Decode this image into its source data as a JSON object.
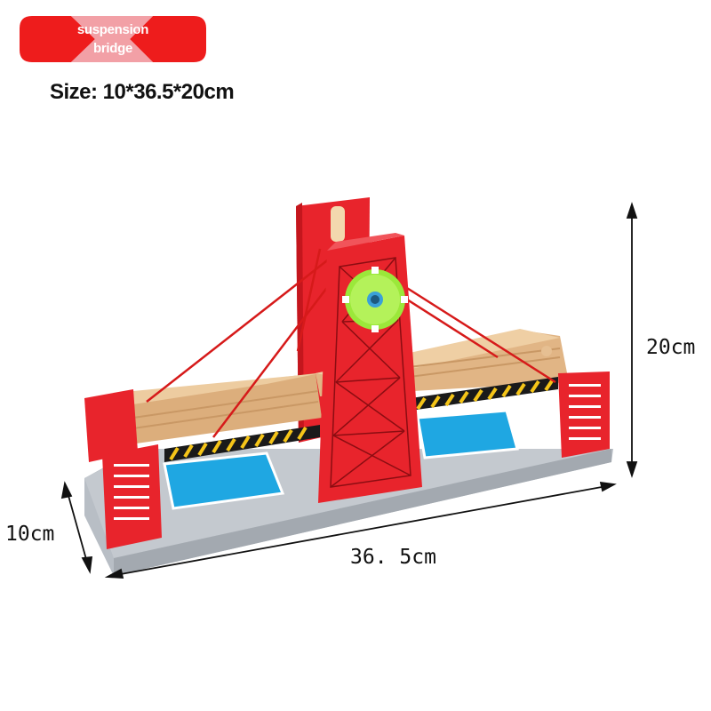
{
  "badge": {
    "line1": "suspension",
    "line2": "bridge",
    "color": "#ee1c1c"
  },
  "size_label": "Size: 10*36.5*20cm",
  "dimensions": {
    "height": "20cm",
    "depth": "10cm",
    "width": "36. 5cm"
  },
  "colors": {
    "tower_red": "#e8242c",
    "wood": "#e2b98a",
    "base_gray": "#b9bfc6",
    "water": "#1ea6e0",
    "gear": "#9be83a",
    "rope": "#d91a1a"
  }
}
